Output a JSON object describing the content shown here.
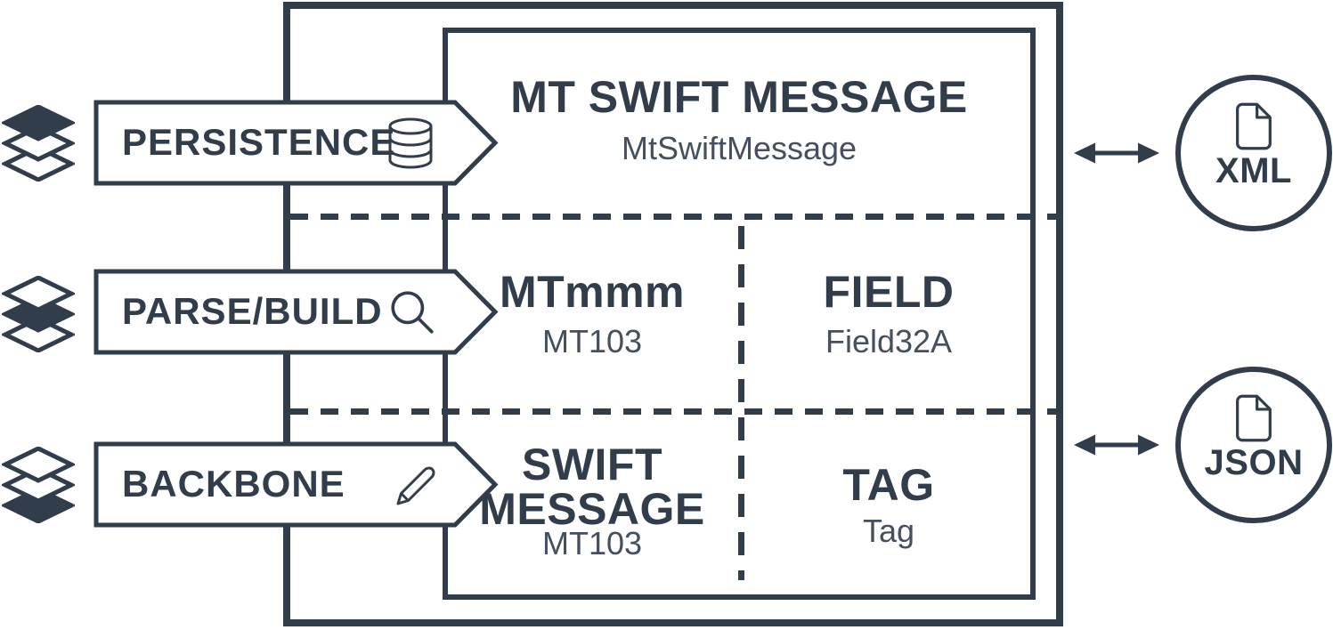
{
  "colors": {
    "ink": "#323d4c",
    "background": "#ffffff",
    "subtitle_ink": "#44505e",
    "banner_fill": "#ffffff"
  },
  "banners": [
    {
      "label": "PERSISTENCE",
      "badge_icon": "database-icon",
      "layer_icon": "layers-top-filled-icon"
    },
    {
      "label": "PARSE/BUILD",
      "badge_icon": "search-icon",
      "layer_icon": "layers-middle-filled-icon"
    },
    {
      "label": "BACKBONE",
      "badge_icon": "pencil-icon",
      "layer_icon": "layers-bottom-filled-icon"
    }
  ],
  "message_box": {
    "header": {
      "title": "MT SWIFT MESSAGE",
      "subtitle": "MtSwiftMessage"
    },
    "cells": [
      {
        "title": "MTmmm",
        "subtitle": "MT103"
      },
      {
        "title": "FIELD",
        "subtitle": "Field32A"
      },
      {
        "title": "SWIFT MESSAGE",
        "subtitle": "MT103"
      },
      {
        "title": "TAG",
        "subtitle": "Tag"
      }
    ]
  },
  "formats": [
    {
      "label": "XML",
      "icon": "file-icon",
      "arrow_icon": "double-arrow-icon"
    },
    {
      "label": "JSON",
      "icon": "file-icon",
      "arrow_icon": "double-arrow-icon"
    }
  ]
}
